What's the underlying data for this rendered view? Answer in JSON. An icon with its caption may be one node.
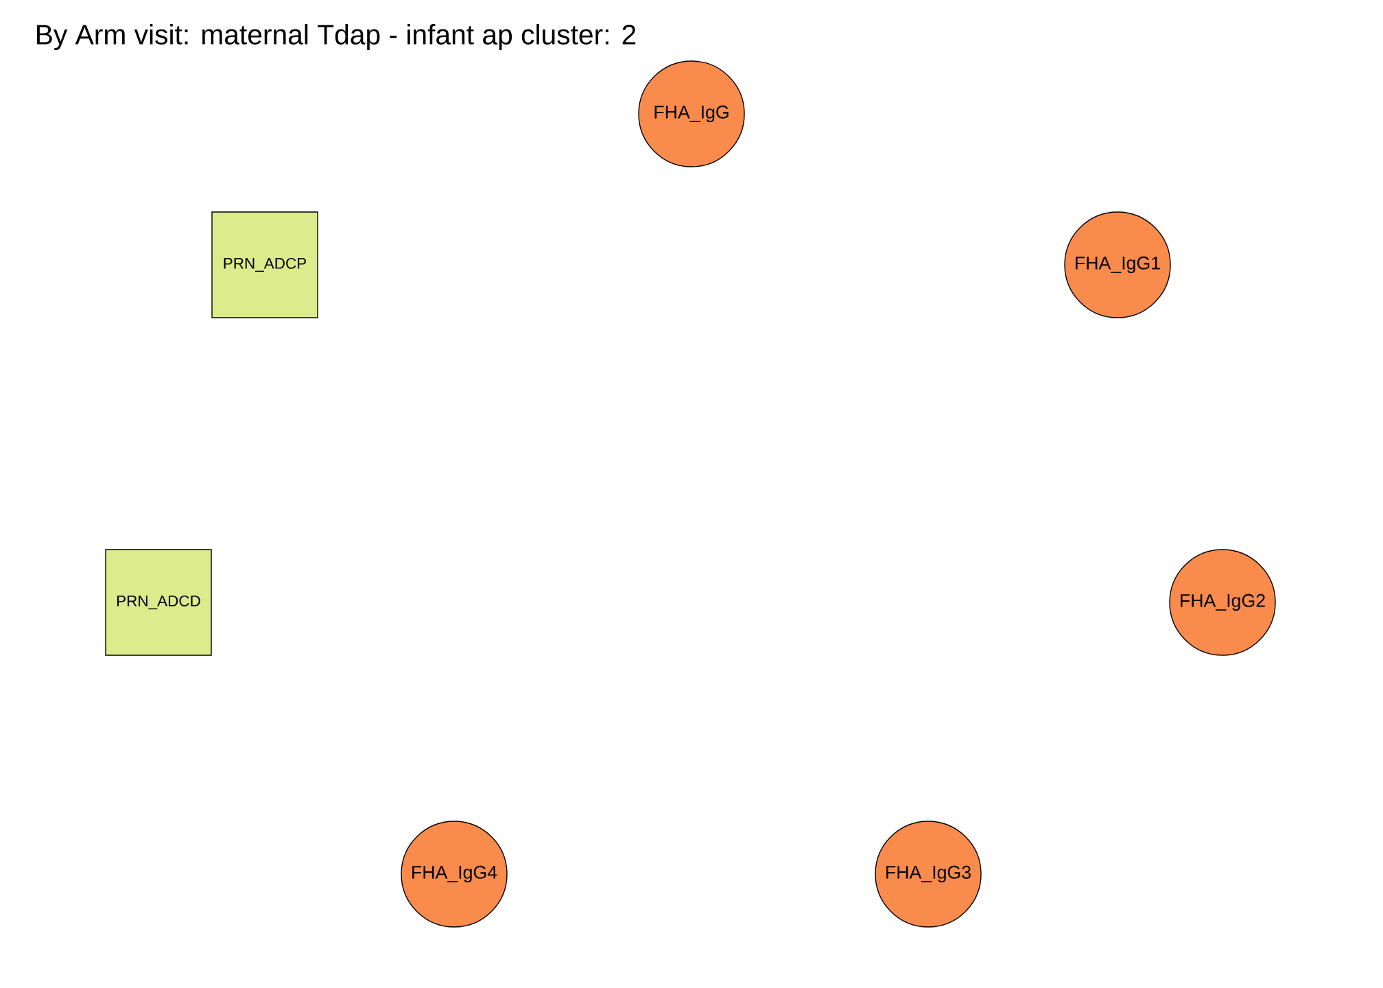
{
  "diagram": {
    "title": "By Arm visit: maternal Tdap - infant ap cluster: 2",
    "nodes": [
      {
        "text": [
          "FHA_IgG"
        ]
      },
      {
        "text": [
          "PRN_ADCP"
        ]
      },
      {
        "text": [
          "FHA_IgG1"
        ]
      },
      {
        "text": [
          "PRN_ADCD"
        ]
      },
      {
        "text": [
          "FHA_IgG2"
        ]
      },
      {
        "text": [
          "FHA_IgG4"
        ]
      },
      {
        "text": [
          "FHA_IgG3"
        ]
      }
    ],
    "edges": []
  }
}
